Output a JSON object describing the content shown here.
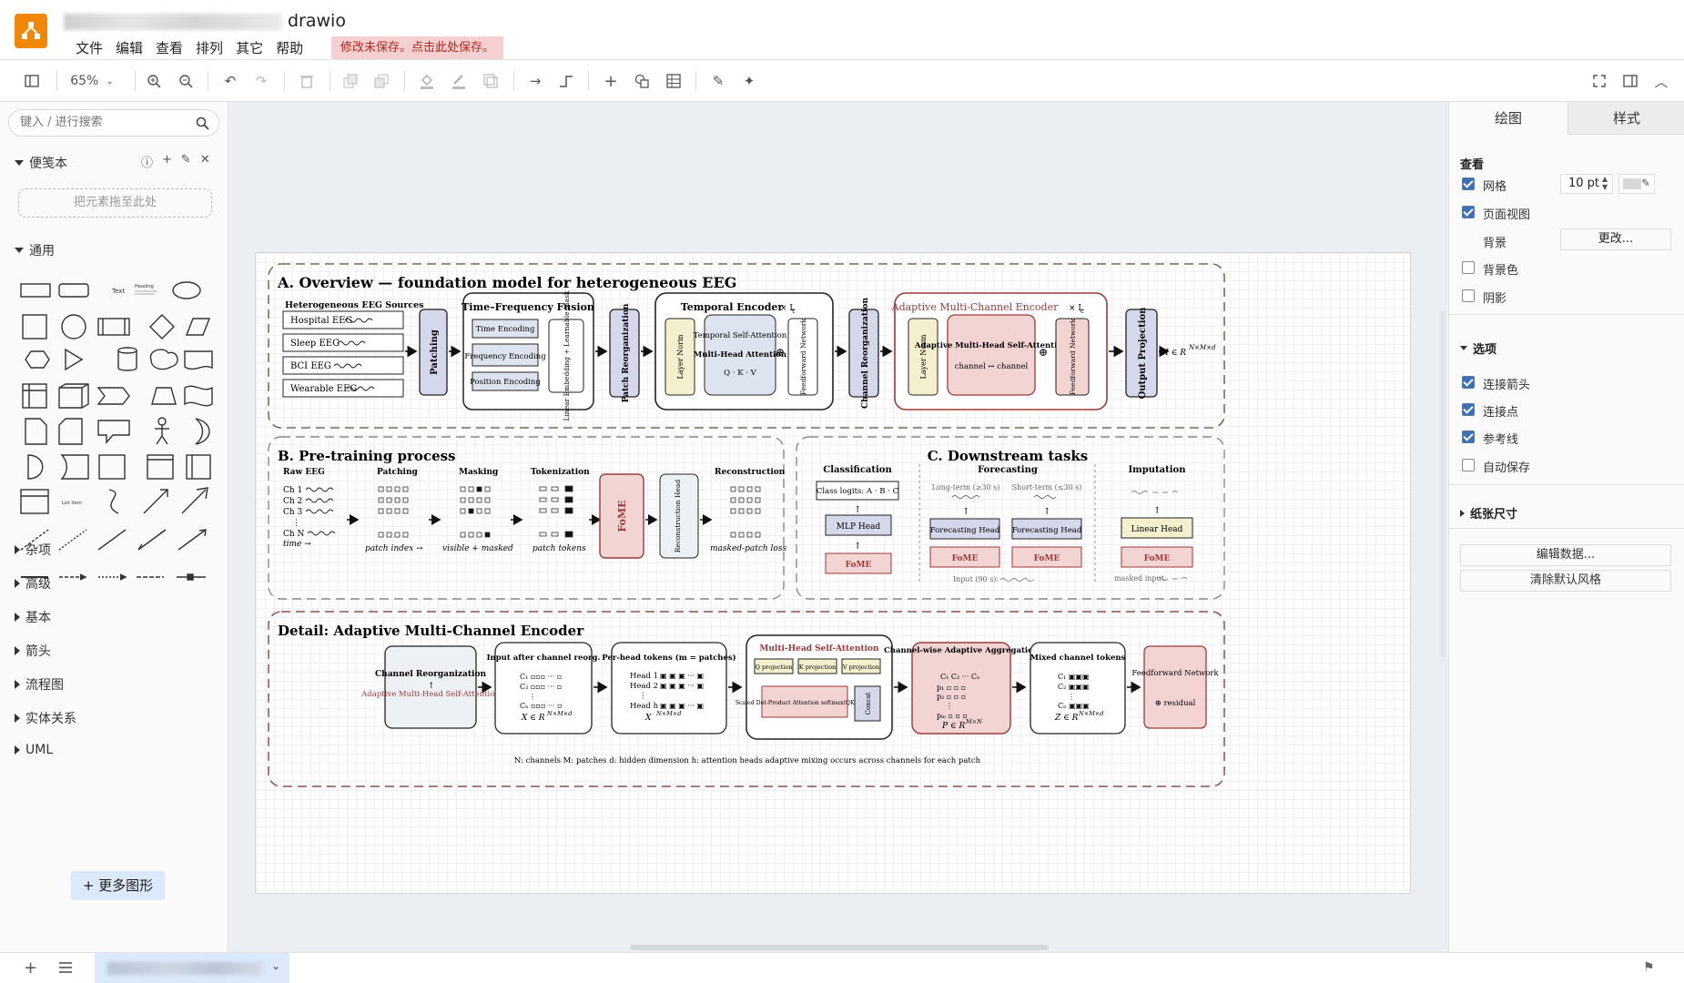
{
  "app": {
    "title_suffix": "drawio",
    "unsaved_notice": "修改未保存。点击此处保存。",
    "menu": [
      "文件",
      "编辑",
      "查看",
      "排列",
      "其它",
      "帮助"
    ]
  },
  "toolbar": {
    "zoom": "65%"
  },
  "sidebar": {
    "search_placeholder": "键入 / 进行搜索",
    "scratchpad_title": "便笺本",
    "dropzone_text": "把元素拖至此处",
    "general_title": "通用",
    "shape_labels": {
      "text": "Text",
      "heading": "Heading",
      "list": "List Item"
    },
    "collapsed_sections": [
      "杂项",
      "高级",
      "基本",
      "箭头",
      "流程图",
      "实体关系",
      "UML"
    ],
    "more_shapes": "+ 更多图形"
  },
  "format_panel": {
    "tabs": [
      "绘图",
      "样式"
    ],
    "view_title": "查看",
    "grid_label": "网格",
    "grid_size": "10 pt",
    "page_view_label": "页面视图",
    "background_label": "背景",
    "change_button": "更改...",
    "background_color_label": "背景色",
    "shadow_label": "阴影",
    "options_title": "选项",
    "connection_arrows_label": "连接箭头",
    "connection_points_label": "连接点",
    "guides_label": "参考线",
    "autosave_label": "自动保存",
    "paper_size_title": "纸张尺寸",
    "edit_data_button": "编辑数据...",
    "clear_style_button": "清除默认风格",
    "checks": {
      "grid": true,
      "page_view": true,
      "background_color": false,
      "shadow": false,
      "connection_arrows": true,
      "connection_points": true,
      "guides": true,
      "autosave": false
    }
  },
  "diagram": {
    "secA": {
      "title": "A. Overview — foundation model for heterogeneous EEG",
      "sources_title": "Heterogeneous EEG Sources",
      "sources": [
        "Hospital EEG",
        "Sleep EEG",
        "BCI EEG",
        "Wearable EEG"
      ],
      "patching": "Patching",
      "tff_title": "Time–Frequency Fusion",
      "tff_items": [
        "Time Encoding",
        "Frequency Encoding",
        "Position Encoding"
      ],
      "linear_embed": "Linear Embedding + Learnable Mask",
      "patch_reorg": "Patch Reorganization",
      "temporal_title": "Temporal Encoder",
      "temporal_rep": "× L",
      "temporal_rep_sub": "t",
      "layer_norm": "Layer Norm",
      "tsa_line1": "Temporal Self-Attention",
      "tsa_line2": "Multi-Head Attention",
      "tsa_line3": "Q · K · V",
      "ffn": "Feedforward Network",
      "channel_reorg": "Channel Reorganization",
      "amce_title": "Adaptive Multi-Channel Encoder",
      "amce_rep": "× L",
      "amce_rep_sub": "c",
      "amha_line1": "Adaptive Multi-Head Self-Attention",
      "amha_line2": "channel ↔ channel",
      "output_proj": "Output Projection",
      "output_formula": "H ∈ R",
      "output_sup": "N×M×d"
    },
    "secB": {
      "title": "B. Pre-training process",
      "raw_eeg": "Raw EEG",
      "channels": [
        "Ch 1",
        "Ch 2",
        "Ch 3",
        "⋮",
        "Ch N"
      ],
      "time": "time →",
      "patching": "Patching",
      "patch_index": "patch index →",
      "masking": "Masking",
      "visible_masked": "visible + masked",
      "tokenization": "Tokenization",
      "patch_tokens": "patch tokens",
      "fome": "FoME",
      "recon_head": "Reconstruction Head",
      "reconstruction": "Reconstruction",
      "masked_loss": "masked-patch loss"
    },
    "secC": {
      "title": "C. Downstream tasks",
      "classification": "Classification",
      "class_logits": "Class logits: A · B · C",
      "mlp_head": "MLP Head",
      "forecasting": "Forecasting",
      "long_term": "Long-term (≥30 s)",
      "short_term": "Short-term (≤30 s)",
      "forecasting_head": "Forecasting Head",
      "input_90": "Input (90 s):",
      "imputation": "Imputation",
      "linear_head": "Linear Head",
      "masked_input": "masked input:",
      "fome": "FoME"
    },
    "secD": {
      "title": "Detail: Adaptive Multi-Channel Encoder",
      "reorg_title": "Channel Reorganization",
      "reorg_sub": "Adaptive Multi-Head Self-Attention",
      "input_title": "Input after channel reorg.",
      "input_formula": "X ∈ R",
      "input_sup": "N×M×d",
      "perhead_title": "Per-head tokens (m = patches)",
      "heads": [
        "Head 1",
        "Head 2",
        "⋮",
        "Head h"
      ],
      "perhead_formula": "X",
      "perhead_sup": "N×M×d",
      "mhsa_title": "Multi-Head Self-Attention",
      "projections": [
        "Q projection",
        "K projection",
        "V projection"
      ],
      "sdpa": "Scaled Dot-Product Attention softmax(QKᵀ/√dₖ)V",
      "concat": "Concat",
      "cwa_title": "Channel-wise Adaptive Aggregation",
      "cwa_formula": "P ∈ R",
      "cwa_sup": "M×N",
      "mixed_title": "Mixed channel tokens",
      "mixed_formula": "Z ∈ R",
      "mixed_sup": "N×M×d",
      "ffn": "Feedforward Network",
      "residual": "⊕ residual",
      "legend": "N: channels    M: patches    d: hidden dimension    h: attention heads    adaptive mixing occurs across channels for each patch"
    }
  }
}
